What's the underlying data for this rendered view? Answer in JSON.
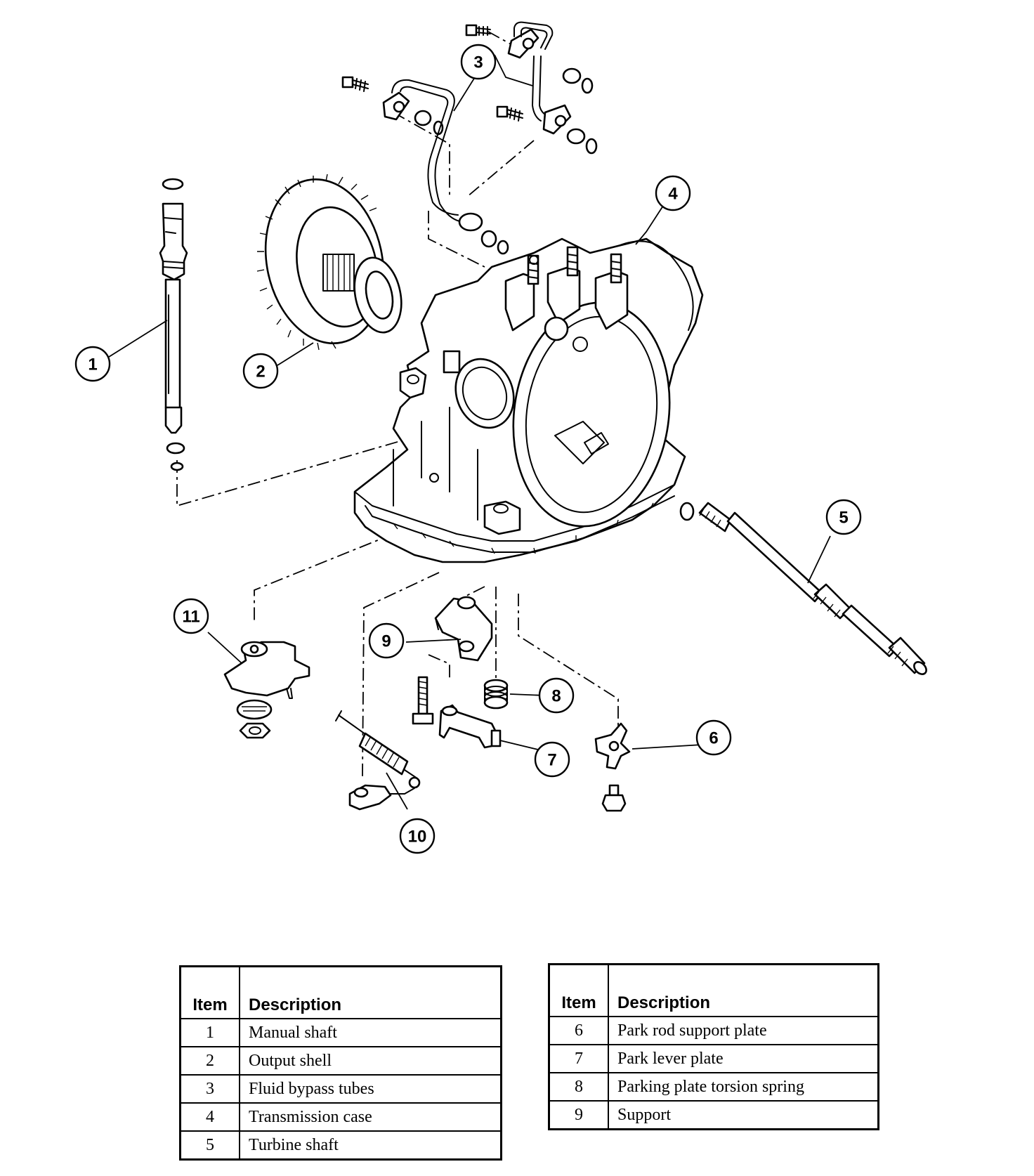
{
  "callouts": [
    "1",
    "2",
    "3",
    "4",
    "5",
    "6",
    "7",
    "8",
    "9",
    "10",
    "11"
  ],
  "legend_left": {
    "header_item": "Item",
    "header_description": "Description",
    "rows": [
      {
        "item": "1",
        "description": "Manual shaft"
      },
      {
        "item": "2",
        "description": "Output shell"
      },
      {
        "item": "3",
        "description": "Fluid bypass tubes"
      },
      {
        "item": "4",
        "description": "Transmission case"
      },
      {
        "item": "5",
        "description": "Turbine shaft"
      }
    ]
  },
  "legend_right": {
    "header_item": "Item",
    "header_description": "Description",
    "rows": [
      {
        "item": "6",
        "description": "Park rod support plate"
      },
      {
        "item": "7",
        "description": "Park lever plate"
      },
      {
        "item": "8",
        "description": "Parking plate torsion spring"
      },
      {
        "item": "9",
        "description": "Support"
      }
    ]
  }
}
